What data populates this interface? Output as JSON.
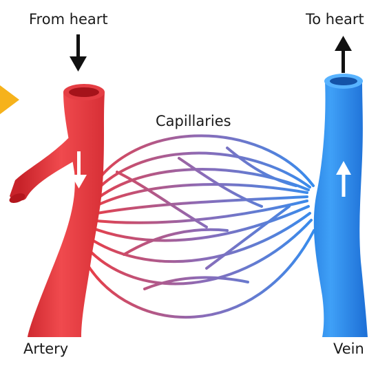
{
  "labels": {
    "from_heart": "From heart",
    "to_heart": "To heart",
    "capillaries": "Capillaries",
    "artery": "Artery",
    "vein": "Vein"
  },
  "colors": {
    "artery": "#ee3b40",
    "artery_dark": "#c8232a",
    "vein": "#2f8ff2",
    "vein_dark": "#1e6fd6",
    "capillary_mid": "#8a6cb8",
    "arrow_dark": "#111111",
    "arrow_light": "#ffffff",
    "pointer": "#f6b21b"
  }
}
